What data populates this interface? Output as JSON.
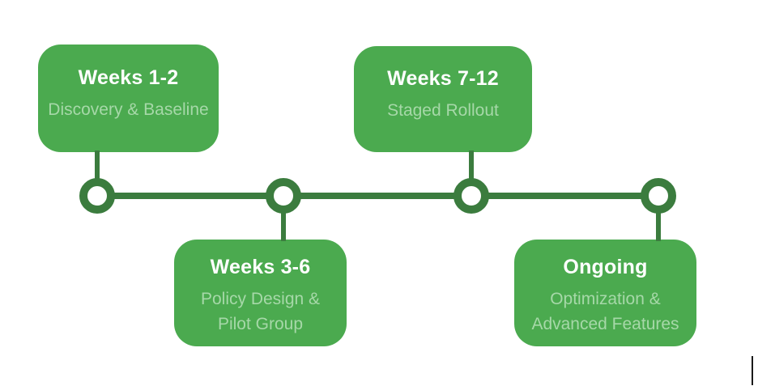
{
  "diagram": {
    "type": "timeline",
    "boxes": [
      {
        "title": "Weeks 1-2",
        "subtitle_lines": [
          "Discovery & Baseline"
        ],
        "position": "top"
      },
      {
        "title": "Weeks 7-12",
        "subtitle_lines": [
          "Staged Rollout"
        ],
        "position": "top"
      },
      {
        "title": "Weeks 3-6",
        "subtitle_lines": [
          "Policy Design &",
          "Pilot Group"
        ],
        "position": "bottom"
      },
      {
        "title": "Ongoing",
        "subtitle_lines": [
          "Optimization &",
          "Advanced Features"
        ],
        "position": "bottom"
      }
    ],
    "node_count": 4
  },
  "colors": {
    "box_green": "#4BAA4F",
    "timeline_green": "#3B7C3E",
    "title_color": "#FFFFFF",
    "subtitle_color": "#A6D8A8",
    "artifact_color": "#1A1A1A",
    "canvas_bg": "#FFFFFF"
  }
}
